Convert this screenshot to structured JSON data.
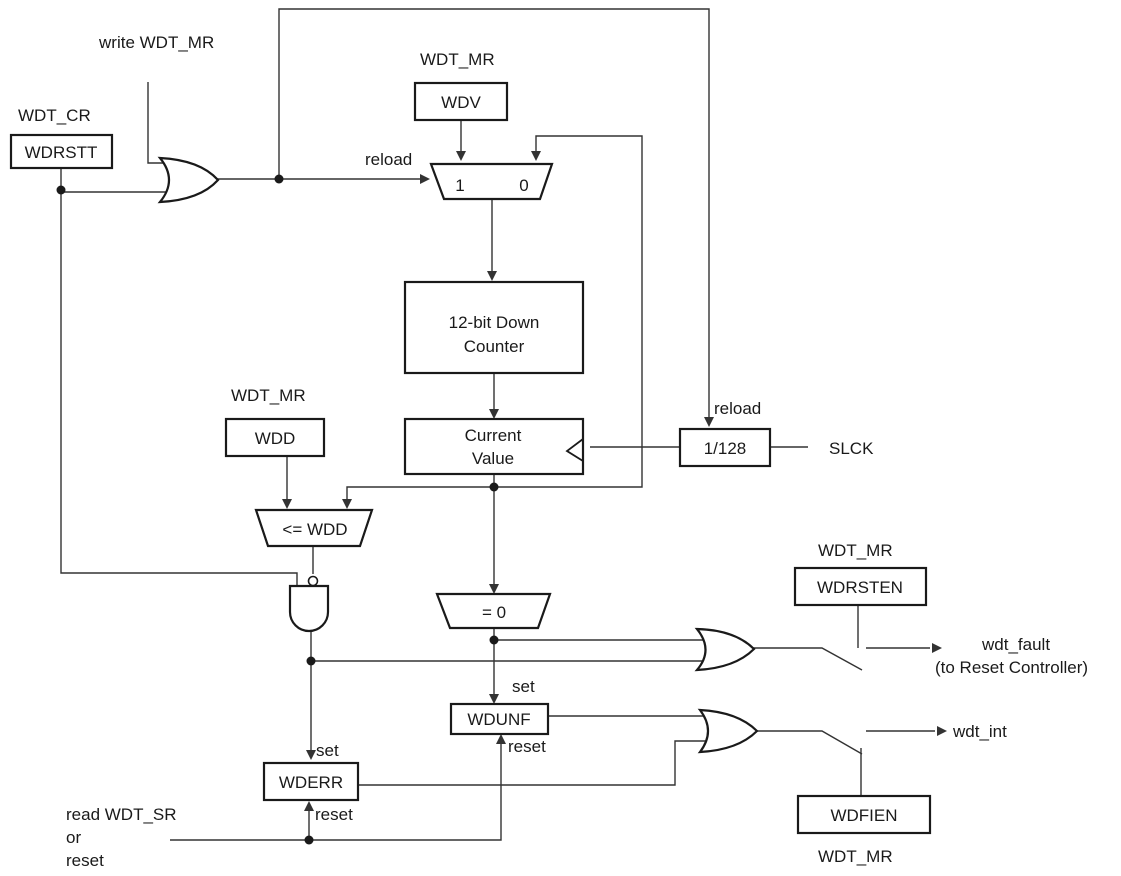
{
  "registers": {
    "wdt_cr": "WDT_CR",
    "wdt_mr_1": "WDT_MR",
    "wdt_mr_2": "WDT_MR",
    "wdt_mr_3": "WDT_MR",
    "wdt_mr_4": "WDT_MR"
  },
  "boxes": {
    "wdrstt": "WDRSTT",
    "wdv": "WDV",
    "counter_line1": "12-bit Down",
    "counter_line2": "Counter",
    "current_line1": "Current",
    "current_line2": "Value",
    "divider": "1/128",
    "wdd": "WDD",
    "wdrsten": "WDRSTEN",
    "wdunf": "WDUNF",
    "wderr": "WDERR",
    "wdfien": "WDFIEN"
  },
  "comparators": {
    "le_wdd": "<= WDD",
    "eq_zero": "= 0"
  },
  "mux": {
    "in1": "1",
    "in0": "0"
  },
  "labels": {
    "write_wdt_mr": "write WDT_MR",
    "reload_mux": "reload",
    "reload_divider": "reload",
    "slck": "SLCK",
    "set_wdunf": "set",
    "reset_wdunf": "reset",
    "set_wderr": "set",
    "reset_wderr": "reset",
    "read_line1": "read WDT_SR",
    "read_line2": "or",
    "read_line3": "reset",
    "wdt_fault": "wdt_fault",
    "to_reset_controller": "(to Reset Controller)",
    "wdt_int": "wdt_int"
  }
}
